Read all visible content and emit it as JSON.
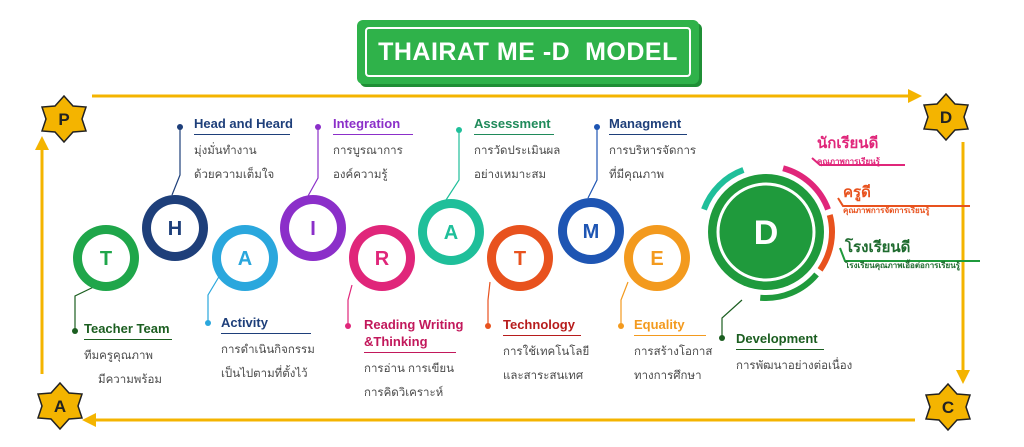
{
  "title": "THAIRAT ME -D  MODEL",
  "corners": {
    "top_left": "P",
    "top_right": "D",
    "bottom_left": "A",
    "bottom_right": "C"
  },
  "circles": [
    {
      "letter": "T",
      "color": "#1fa64a"
    },
    {
      "letter": "H",
      "color": "#1e3f7a"
    },
    {
      "letter": "A",
      "color": "#2aa7dd"
    },
    {
      "letter": "I",
      "color": "#8b2fc9"
    },
    {
      "letter": "R",
      "color": "#e0267a"
    },
    {
      "letter": "A",
      "color": "#1fbf9a"
    },
    {
      "letter": "T",
      "color": "#e8521e"
    },
    {
      "letter": "M",
      "color": "#1e55b3"
    },
    {
      "letter": "E",
      "color": "#f39a1e"
    },
    {
      "letter": "D",
      "color": "#1f9a3c"
    }
  ],
  "items": {
    "teacher": {
      "title": "Teacher Team",
      "line1": "ทีมครูคุณภาพ",
      "line2": "มีความพร้อม",
      "color": "#1b5e20"
    },
    "head": {
      "title": "Head and Heard",
      "line1": "มุ่งมั่นทำงาน",
      "line2": "ด้วยความเต็มใจ",
      "color": "#1e3f7a"
    },
    "activity": {
      "title": "Activity",
      "line1": "การดำเนินกิจกรรม",
      "line2": "เป็นไปตามที่ตั้งไว้",
      "color": "#1e3f7a"
    },
    "integration": {
      "title": "Integration",
      "line1": "การบูรณาการ",
      "line2": "องค์ความรู้",
      "color": "#8b2fc9"
    },
    "reading": {
      "title": "Reading Writing",
      "title2": "&Thinking",
      "line1": "การอ่าน การเขียน",
      "line2": "การคิดวิเคราะห์",
      "color": "#c2185b"
    },
    "assessment": {
      "title": "Assessment",
      "line1": "การวัดประเมินผล",
      "line2": "อย่างเหมาะสม",
      "color": "#1f8a5a"
    },
    "technology": {
      "title": "Technology",
      "line1": "การใช้เทคโนโลยี",
      "line2": "และสาระสนเทศ",
      "color": "#b71c1c"
    },
    "managment": {
      "title": "Managment",
      "line1": "การบริหารจัดการ",
      "line2": "ที่มีคุณภาพ",
      "color": "#1e3f7a"
    },
    "equality": {
      "title": "Equality",
      "line1": "การสร้างโอกาส",
      "line2": "ทางการศึกษา",
      "color": "#f39a1e"
    },
    "development": {
      "title": "Development",
      "line1": "การพัฒนาอย่างต่อเนื่อง",
      "color": "#1b5e20"
    }
  },
  "benefits": [
    {
      "title": "นักเรียนดี",
      "sub": "คุณภาพการเรียนรู้",
      "color": "#e0267a"
    },
    {
      "title": "ครูดี",
      "sub": "คุณภาพการจัดการเรียนรู้",
      "color": "#e8521e"
    },
    {
      "title": "โรงเรียนดี",
      "sub": "โรงเรียนคุณภาพเอื้อต่อการเรียนรู้",
      "color": "#1f9a3c"
    }
  ],
  "colors": {
    "frame": "#f4b400",
    "title_bg": "#2fb24a"
  }
}
